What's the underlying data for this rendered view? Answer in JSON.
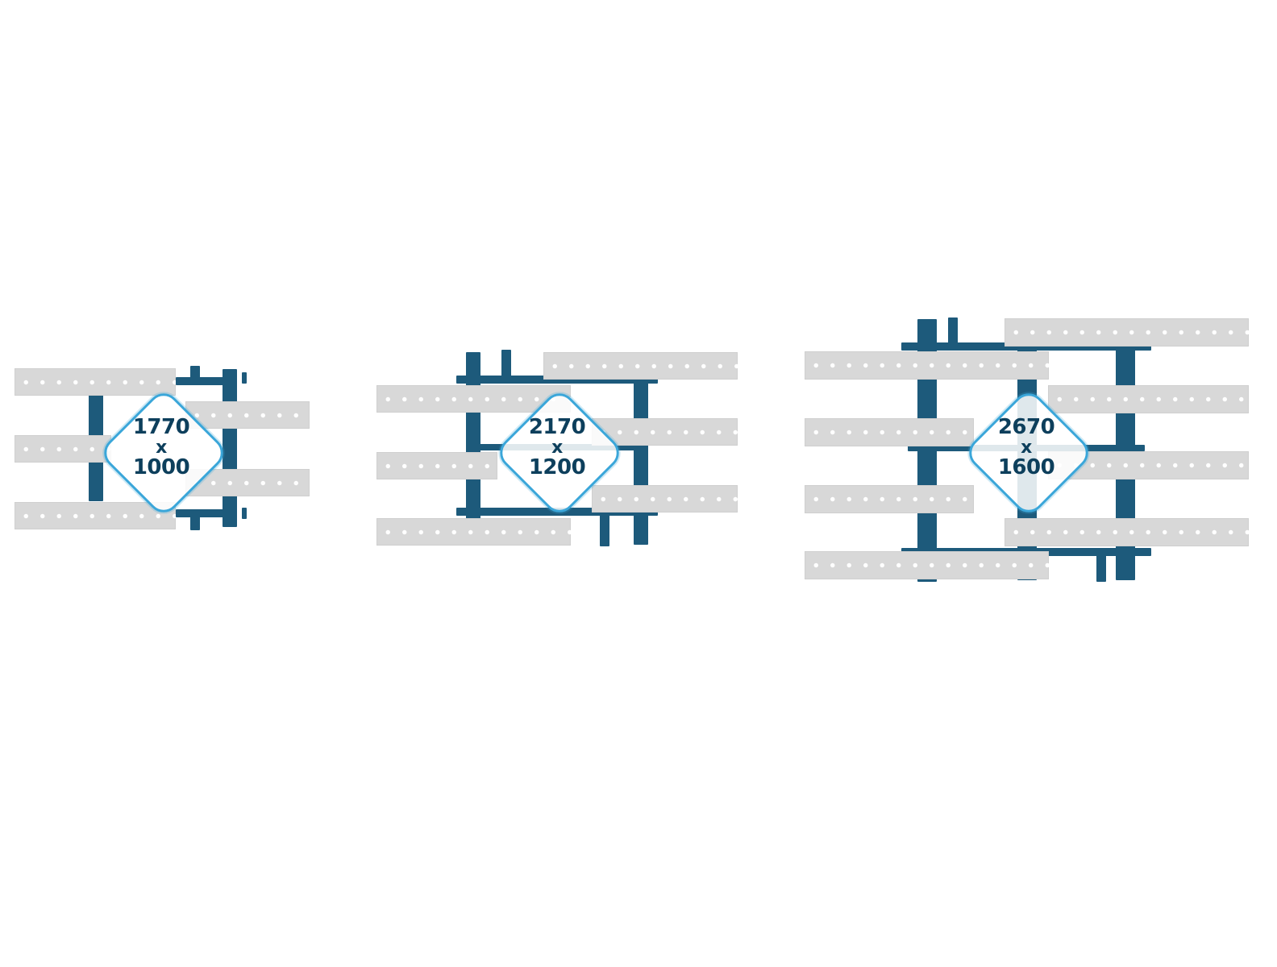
{
  "colors": {
    "frame": "#1d5a7b",
    "slat": "#d8d8d8",
    "badge_border": "#3aa6d9",
    "label": "#0d3f5c"
  },
  "configs": [
    {
      "name": "table-1770x1000",
      "width": "1770",
      "separator": "x",
      "depth": "1000"
    },
    {
      "name": "table-2170x1200",
      "width": "2170",
      "separator": "x",
      "depth": "1200"
    },
    {
      "name": "table-2670x1600",
      "width": "2670",
      "separator": "x",
      "depth": "1600"
    }
  ]
}
